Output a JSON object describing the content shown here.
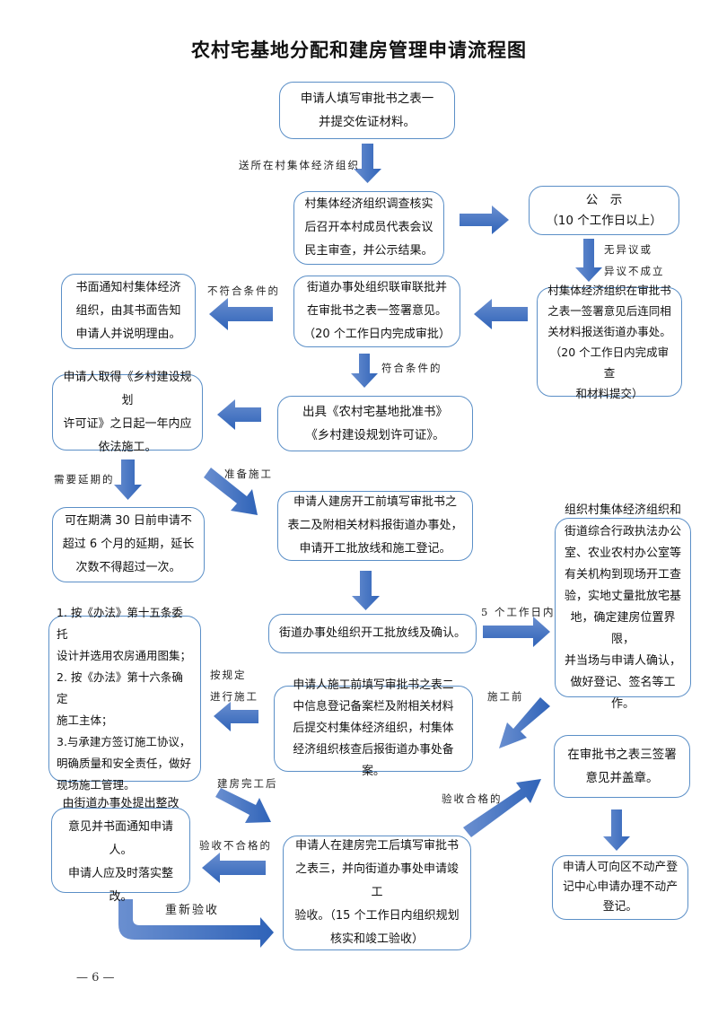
{
  "title": "农村宅基地分配和建房管理申请流程图",
  "page_number": "— 6 —",
  "colors": {
    "arrow_dark": "#2f63b8",
    "arrow_light": "#6a8fd0",
    "box_border": "#5b8fc7"
  },
  "boxes": {
    "apply": "申请人填写审批书之表一\n并提交佐证材料。",
    "village_review": "村集体经济组织调查核实\n后召开本村成员代表会议\n民主审查，并公示结果。",
    "publicity": "公　示\n（10 个工作日以上）",
    "village_sign": "村集体经济组织在审批书\n之表一签署意见后连同相\n关材料报送街道办事处。\n（20 个工作日内完成审查\n和材料提交）",
    "street_joint_review": "街道办事处组织联审联批并\n在审批书之表一签署意见。\n（20 个工作日内完成审批）",
    "notify_reject": "书面通知村集体经济\n组织，由其书面告知\n申请人并说明理由。",
    "issue_certificate": "出具《农村宅基地批准书》\n《乡村建设规划许可证》。",
    "build_within_year": "申请人取得《乡村建设规划\n许可证》之日起一年内应\n依法施工。",
    "extension": "可在期满 30 日前申请不\n超过 6 个月的延期，延长\n次数不得超过一次。",
    "start_apply": "申请人建房开工前填写审批书之\n表二及附相关材料报街道办事处，\n申请开工批放线和施工登记。",
    "site_inspection": "组织村集体经济组织和\n街道综合行政执法办公\n室、农业农村办公室等\n有关机构到现场开工查\n验，实地丈量批放宅基\n地，确定建房位置界限，\n并当场与申请人确认，\n做好登记、签名等工作。",
    "street_stakeout": "街道办事处组织开工批放线及确认。",
    "pre_construction_record": "申请人施工前填写审批书之表二\n中信息登记备案栏及附相关材料\n后提交村集体经济组织，村集体\n经济组织核查后报街道办事处备案。",
    "construction_rules": "1. 按《办法》第十五条委托\n设计并选用农房通用图集；\n2. 按《办法》第十六条确定\n施工主体；\n3.与承建方签订施工协议，\n明确质量和安全责任，做好\n现场施工管理。",
    "table3_sign": "在审批书之表三签署\n意见并盖章。",
    "rectify": "由街道办事处提出整改\n意见并书面通知申请人。\n申请人应及时落实整改。",
    "completion_apply": "申请人在建房完工后填写审批书\n之表三，并向街道办事处申请竣工\n验收。（15 个工作日内组织规划\n核实和竣工验收）",
    "property_registration": "申请人可向区不动产登\n记中心申请办理不动产\n登记。"
  },
  "labels": {
    "send_to_village": "送所在村集体经济组织",
    "no_objection": "无异议或\n异议不成立",
    "not_qualified": "不符合条件的",
    "qualified": "符合条件的",
    "need_extension": "需要延期的",
    "prepare_construction": "准备施工",
    "within_5_days": "5 个工作日内",
    "before_construction": "施工前",
    "per_rules": "按规定\n进行施工",
    "after_completion": "建房完工后",
    "accepted": "验收合格的",
    "not_accepted": "验收不合格的",
    "re_inspect": "重新验收"
  }
}
